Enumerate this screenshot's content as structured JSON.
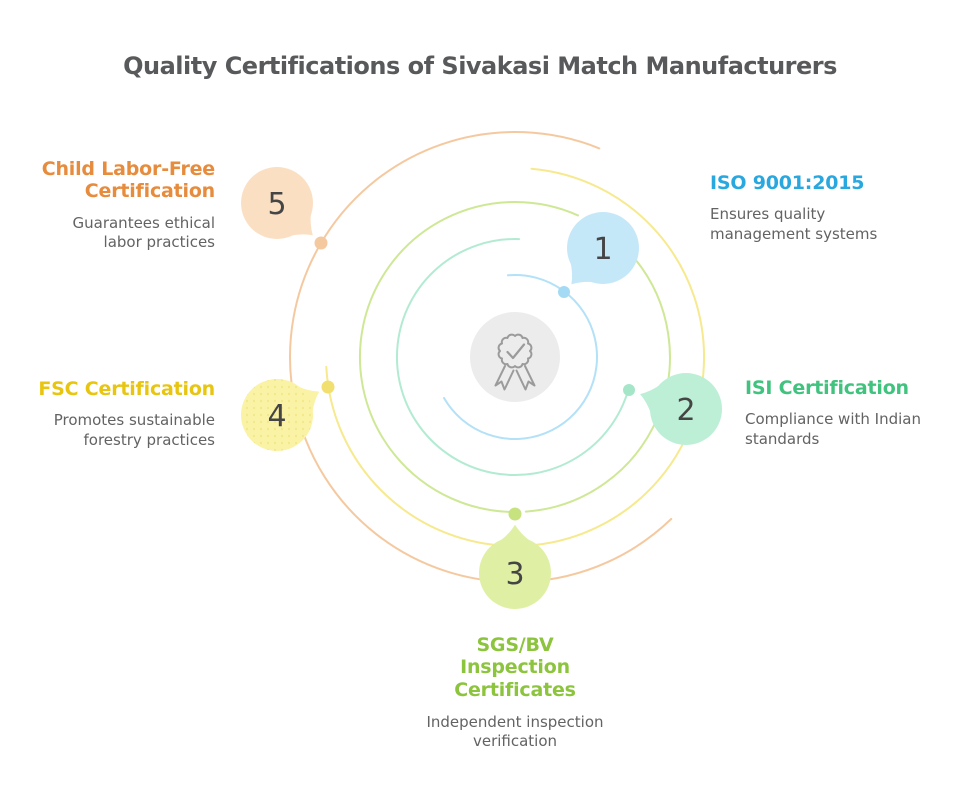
{
  "title": "Quality Certifications of Sivakasi Match Manufacturers",
  "center_icon": "award-ribbon-icon",
  "items": [
    {
      "number": "1",
      "name": "ISO 9001:2015",
      "description": "Ensures quality management systems",
      "heading_color": "#29A7DF",
      "bubble_color": "#C5E8F8",
      "arc_color": "#B3E1F7",
      "dot_color": "#A4DAF4"
    },
    {
      "number": "2",
      "name": "ISI Certification",
      "description": "Compliance with Indian standards",
      "heading_color": "#41C27E",
      "bubble_color": "#BDEFD7",
      "arc_color": "#B2EBD2",
      "dot_color": "#A5E6C9"
    },
    {
      "number": "3",
      "name": "SGS/BV Inspection Certificates",
      "description": "Independent inspection verification",
      "heading_color": "#8DC43E",
      "bubble_color": "#DFF0A4",
      "arc_color": "#CEE896",
      "dot_color": "#C7E37F"
    },
    {
      "number": "4",
      "name": "FSC Certification",
      "description": "Promotes sustainable forestry practices",
      "heading_color": "#E7C511",
      "bubble_color": "#FAF2A4",
      "arc_color": "#F6E98E",
      "dot_color": "#F1DF70"
    },
    {
      "number": "5",
      "name": "Child Labor-Free Certification",
      "description": "Guarantees ethical labor practices",
      "heading_color": "#E78B3D",
      "bubble_color": "#FBDFC3",
      "arc_color": "#F5C9A0",
      "dot_color": "#F5C9A0"
    }
  ],
  "colors": {
    "title": "#58595B",
    "description": "#636363",
    "number": "#454545",
    "center_circle": "#ECECEC",
    "center_icon_stroke": "#9B9B9B",
    "background": "#FFFFFF"
  }
}
